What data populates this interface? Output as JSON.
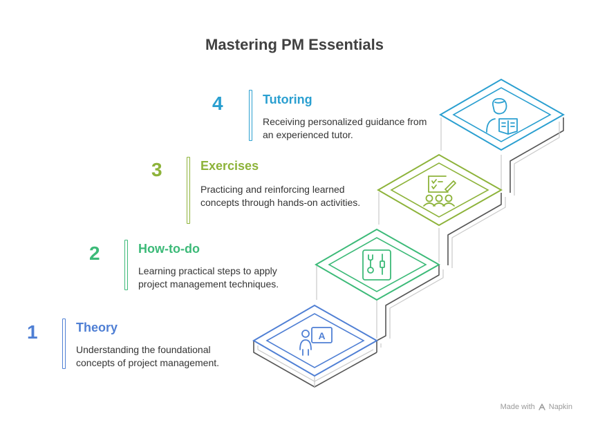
{
  "title": "Mastering PM Essentials",
  "steps": [
    {
      "number": "1",
      "name": "Theory",
      "description": "Understanding the foundational concepts of project management.",
      "color": "#4f7fd4",
      "icon": "teacher-board-icon"
    },
    {
      "number": "2",
      "name": "How-to-do",
      "description": "Learning practical steps to apply project management techniques.",
      "color": "#3cba78",
      "icon": "tools-icon"
    },
    {
      "number": "3",
      "name": "Exercises",
      "description": "Practicing and reinforcing learned concepts through hands-on activities.",
      "color": "#8db33a",
      "icon": "group-exercise-icon"
    },
    {
      "number": "4",
      "name": "Tutoring",
      "description": "Receiving personalized guidance from an experienced tutor.",
      "color": "#2a9fd0",
      "icon": "reader-book-icon"
    }
  ],
  "footer": {
    "prefix": "Made with",
    "brand": "Napkin",
    "icon": "napkin-logo-icon"
  }
}
